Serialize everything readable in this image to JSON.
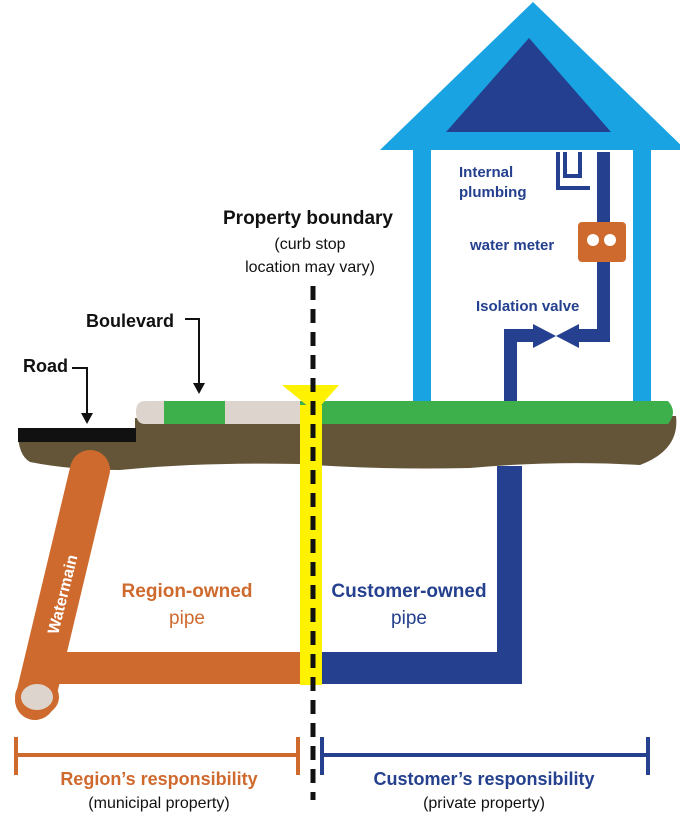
{
  "colors": {
    "region": "#cf6a2e",
    "customer": "#24408e",
    "house": "#19a3e2",
    "roof_inner": "#243f8f",
    "boundary": "#fff200",
    "grass": "#3db04b",
    "soil": "#645539",
    "boulevard_stone": "#ddd5cd",
    "road": "#111111"
  },
  "labels": {
    "road": "Road",
    "boulevard": "Boulevard",
    "property_boundary": "Property boundary",
    "curb_note_1": "(curb stop",
    "curb_note_2": "location may vary)",
    "internal_plumbing_1": "Internal",
    "internal_plumbing_2": "plumbing",
    "water_meter": "water meter",
    "isolation_valve": "Isolation valve",
    "watermain": "Watermain",
    "region_owned": "Region-owned",
    "region_pipe": "pipe",
    "customer_owned": "Customer-owned",
    "customer_pipe": "pipe",
    "region_responsibility": "Region’s responsibility",
    "municipal_property": "(municipal property)",
    "customer_responsibility": "Customer’s responsibility",
    "private_property": "(private property)"
  }
}
